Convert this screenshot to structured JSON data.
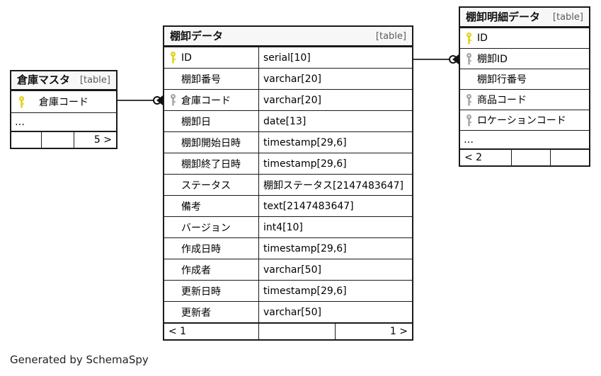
{
  "diagram": {
    "caption": "Generated by SchemaSpy",
    "table_tag": "[table]",
    "ellipsis": "…",
    "colors": {
      "primary_key": "#e3d116",
      "foreign_key": "#a6a6a6",
      "border": "#1a1a1a",
      "header_bg": "#f7f7f7",
      "tag_text": "#5b5b5b",
      "connector": "#3b3b3b"
    }
  },
  "tables": {
    "warehouse_master": {
      "title": "倉庫マスタ",
      "tag": "[table]",
      "columns": [
        {
          "name": "倉庫コード",
          "key": "primary"
        }
      ],
      "ellipsis": "…",
      "footer": [
        "",
        "",
        "5 >"
      ]
    },
    "stocktaking_data": {
      "title": "棚卸データ",
      "tag": "[table]",
      "columns": [
        {
          "name": "ID",
          "type": "serial[10]",
          "key": "primary"
        },
        {
          "name": "棚卸番号",
          "type": "varchar[20]",
          "key": "none"
        },
        {
          "name": "倉庫コード",
          "type": "varchar[20]",
          "key": "foreign"
        },
        {
          "name": "棚卸日",
          "type": "date[13]",
          "key": "none"
        },
        {
          "name": "棚卸開始日時",
          "type": "timestamp[29,6]",
          "key": "none"
        },
        {
          "name": "棚卸終了日時",
          "type": "timestamp[29,6]",
          "key": "none"
        },
        {
          "name": "ステータス",
          "type": "棚卸ステータス[2147483647]",
          "key": "none"
        },
        {
          "name": "備考",
          "type": "text[2147483647]",
          "key": "none"
        },
        {
          "name": "バージョン",
          "type": "int4[10]",
          "key": "none"
        },
        {
          "name": "作成日時",
          "type": "timestamp[29,6]",
          "key": "none"
        },
        {
          "name": "作成者",
          "type": "varchar[50]",
          "key": "none"
        },
        {
          "name": "更新日時",
          "type": "timestamp[29,6]",
          "key": "none"
        },
        {
          "name": "更新者",
          "type": "varchar[50]",
          "key": "none"
        }
      ],
      "footer": [
        "< 1",
        "",
        "1 >"
      ]
    },
    "stocktaking_detail_data": {
      "title": "棚卸明細データ",
      "tag": "[table]",
      "columns": [
        {
          "name": "ID",
          "key": "primary"
        },
        {
          "name": "棚卸ID",
          "key": "foreign"
        },
        {
          "name": "棚卸行番号",
          "key": "none"
        },
        {
          "name": "商品コード",
          "key": "foreign"
        },
        {
          "name": "ロケーションコード",
          "key": "foreign"
        }
      ],
      "ellipsis": "…",
      "footer": [
        "< 2",
        "",
        ""
      ]
    }
  },
  "relations": [
    {
      "name": "warehouse-to-stocktaking",
      "from": "warehouse_master",
      "to": "stocktaking_data"
    },
    {
      "name": "stocktaking-to-detail",
      "from": "stocktaking_data",
      "to": "stocktaking_detail_data"
    }
  ]
}
